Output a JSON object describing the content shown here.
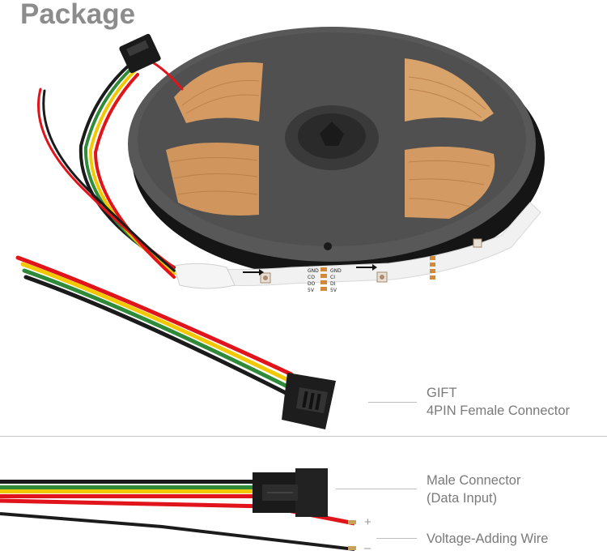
{
  "header": {
    "title": "Package"
  },
  "gift": {
    "line1": "GIFT",
    "line2": "4PIN Female Connector"
  },
  "male": {
    "line1": "Male Connector",
    "line2": "(Data Input)"
  },
  "voltage": {
    "label": "Voltage-Adding Wire",
    "plus": "+",
    "minus": "–"
  },
  "strip_labels": {
    "left": [
      "GND",
      "CO",
      "DO",
      "5V"
    ],
    "right": [
      "GND",
      "CI",
      "DI",
      "5V"
    ]
  },
  "colors": {
    "reel": "#4a4a4a",
    "reel_dark": "#1e1e1e",
    "strip": "#d9a06a",
    "wire_red": "#e0141a",
    "wire_yellow": "#f2c800",
    "wire_green": "#2f8a3a",
    "wire_black": "#1b1b1b"
  }
}
